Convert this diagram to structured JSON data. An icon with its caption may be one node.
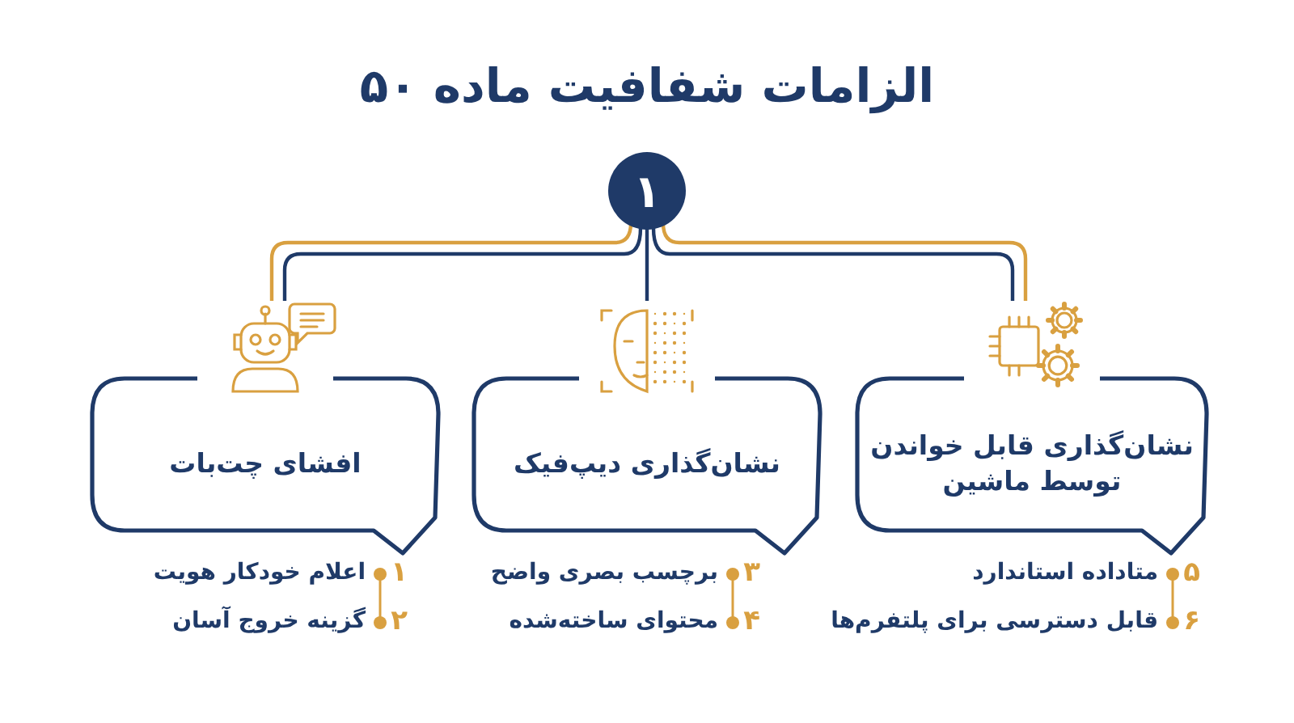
{
  "diagram": {
    "title": "الزامات شفافیت ماده ۵۰",
    "nodes": [
      {
        "text": [
          "۱"
        ]
      },
      {
        "text": [
          "نشان‌گذاری قابل خواندن توسط ماشین"
        ]
      },
      {
        "text": [
          "نشان‌گذاری دیپ‌فیک"
        ]
      },
      {
        "text": [
          "افشای چت‌بات"
        ]
      }
    ],
    "edges": [
      {
        "from": 0,
        "to": 1,
        "arrow": "none",
        "color": "#d9a040"
      },
      {
        "from": 0,
        "to": 1,
        "arrow": "none"
      },
      {
        "from": 0,
        "to": 2,
        "arrow": "none"
      },
      {
        "from": 0,
        "to": 3,
        "arrow": "none"
      },
      {
        "from": 0,
        "to": 3,
        "arrow": "none",
        "color": "#d9a040"
      }
    ],
    "labels": [
      "۵",
      "متاداده استاندارد",
      "۶",
      "قابل دسترسی برای پلتفرم‌ها",
      "۳",
      "برچسب بصری واضح",
      "۴",
      "محتوای ساخته‌شده",
      "۱",
      "اعلام خودکار هویت",
      "۲",
      "گزینه خروج آسان"
    ]
  }
}
